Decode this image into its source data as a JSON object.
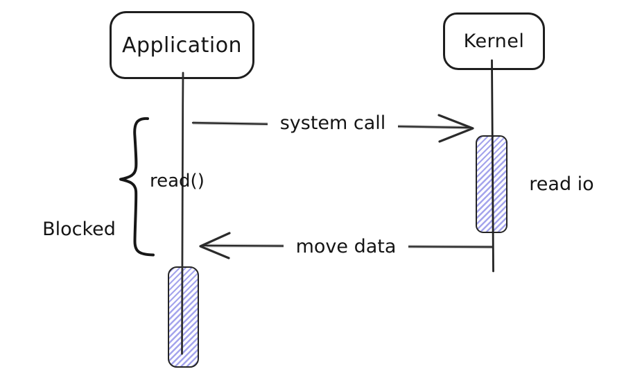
{
  "diagram": {
    "type": "sequence",
    "background": "#ffffff",
    "stroke_color": "#1e1e1e",
    "hatch_color": "#a4a4ec",
    "actors": [
      {
        "id": "application",
        "label": "Application"
      },
      {
        "id": "kernel",
        "label": "Kernel"
      }
    ],
    "messages": [
      {
        "label": "system call",
        "from": "Application",
        "to": "Kernel",
        "direction": "right"
      },
      {
        "label": "move data",
        "from": "Kernel",
        "to": "Application",
        "direction": "left"
      }
    ],
    "annotations": {
      "call_label": "read()",
      "blocked_label": "Blocked",
      "kernel_activity_label": "read io"
    },
    "activations": [
      {
        "actor": "Kernel",
        "style": "hatched"
      },
      {
        "actor": "Application",
        "style": "hatched"
      }
    ]
  }
}
